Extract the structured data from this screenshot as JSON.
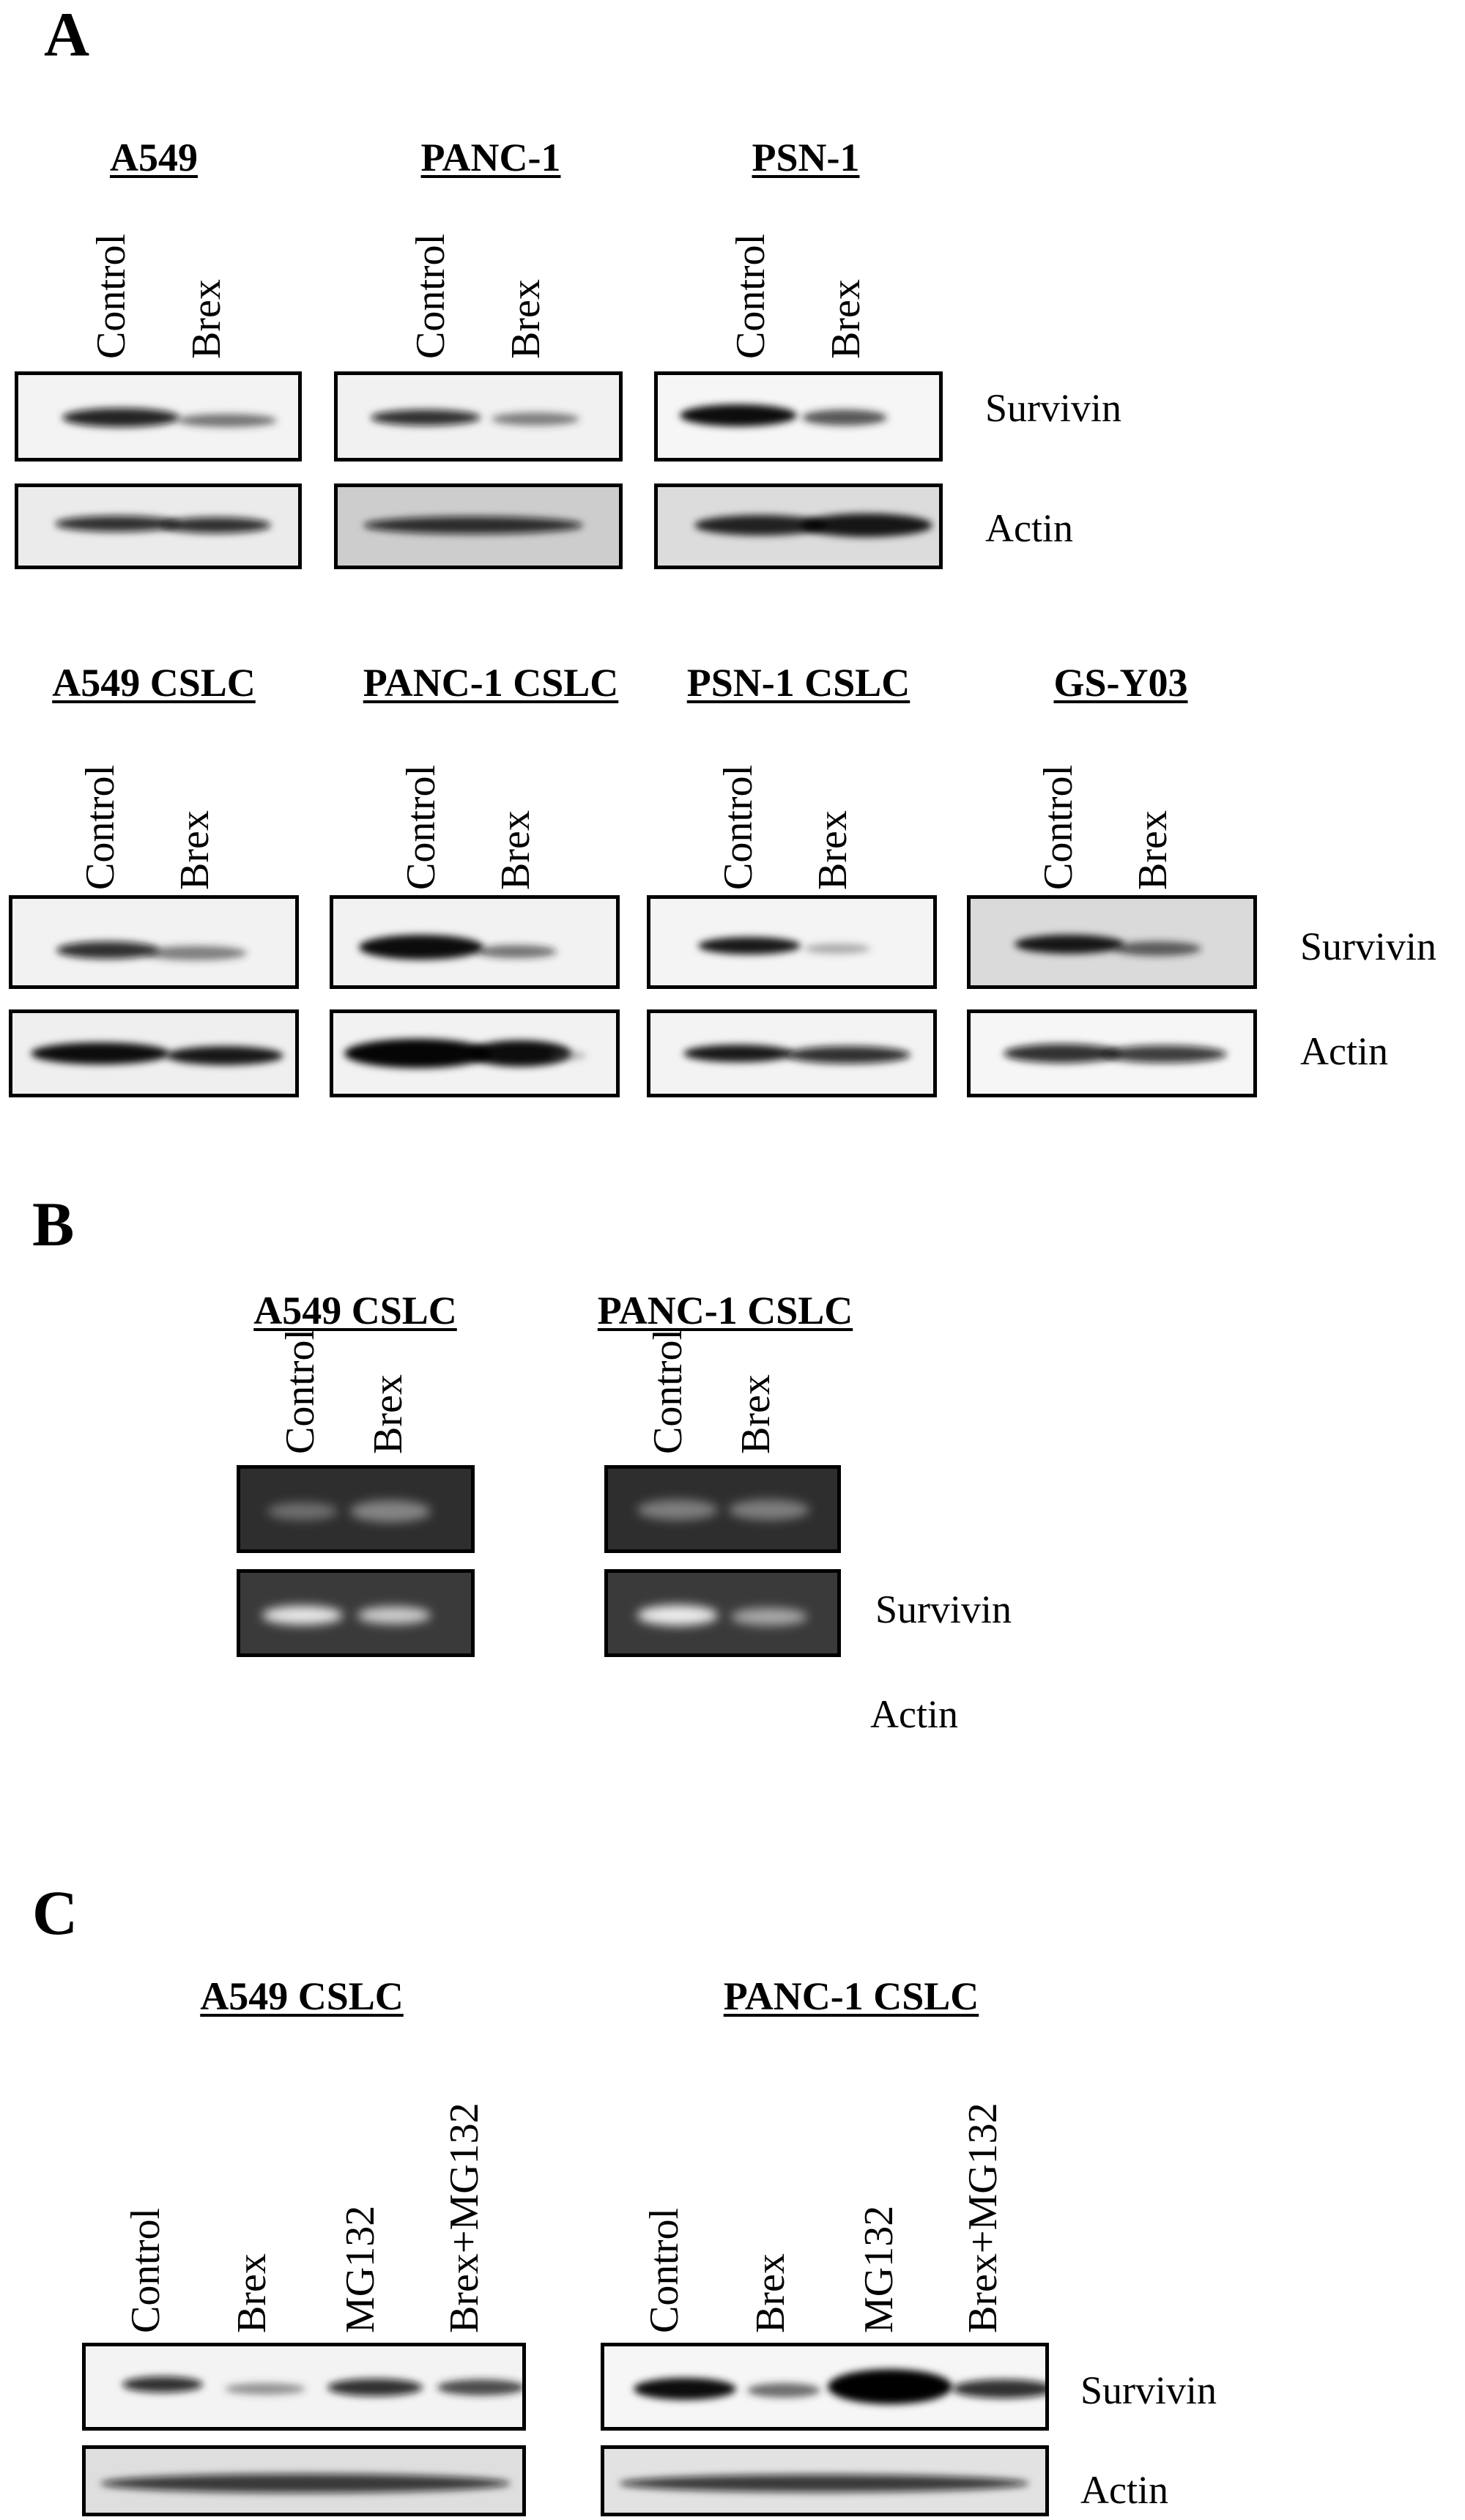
{
  "panels": {
    "A": {
      "letter": "A",
      "row1_titles": [
        "A549",
        "PANC-1",
        "PSN-1"
      ],
      "row2_titles": [
        "A549 CSLC",
        "PANC-1 CSLC",
        "PSN-1 CSLC",
        "GS-Y03"
      ],
      "lanes": [
        "Control",
        "Brex"
      ],
      "row_labels": [
        "Survivin",
        "Actin"
      ]
    },
    "B": {
      "letter": "B",
      "titles": [
        "A549 CSLC",
        "PANC-1 CSLC"
      ],
      "lanes": [
        "Control",
        "Brex"
      ],
      "row_labels": [
        "Survivin",
        "Actin"
      ]
    },
    "C": {
      "letter": "C",
      "titles": [
        "A549 CSLC",
        "PANC-1 CSLC"
      ],
      "lanes": [
        "Control",
        "Brex",
        "MG132",
        "Brex+MG132"
      ],
      "row_labels": [
        "Survivin",
        "Actin"
      ]
    }
  }
}
